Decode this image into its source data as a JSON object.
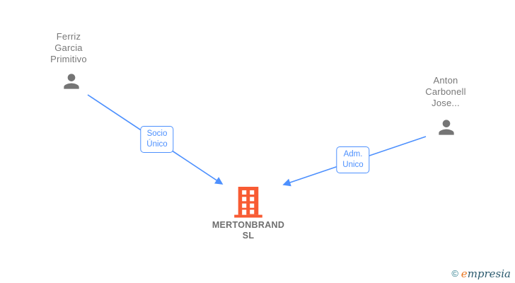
{
  "diagram": {
    "nodes": {
      "person1": {
        "line1": "Ferriz",
        "line2": "Garcia",
        "line3": "Primitivo"
      },
      "person2": {
        "line1": "Anton",
        "line2": "Carbonell",
        "line3": "Jose..."
      },
      "company": {
        "line1": "MERTONBRAND",
        "line2": "SL"
      }
    },
    "edges": {
      "socio": {
        "line1": "Socio",
        "line2": "Único"
      },
      "adm": {
        "line1": "Adm.",
        "line2": "Unico"
      }
    },
    "colors": {
      "edge_blue": "#4d90fe",
      "person_gray": "#757575",
      "company_orange": "#f85b33",
      "name_text_gray": "#787878",
      "company_text_gray": "#6e6e6e",
      "watermark_teal": "#2e7f8e",
      "watermark_orange": "#e87722",
      "watermark_dark": "#2b5a6e"
    }
  },
  "watermark": {
    "symbol": "©",
    "brand_initial": "e",
    "brand_rest": "mpresia"
  }
}
